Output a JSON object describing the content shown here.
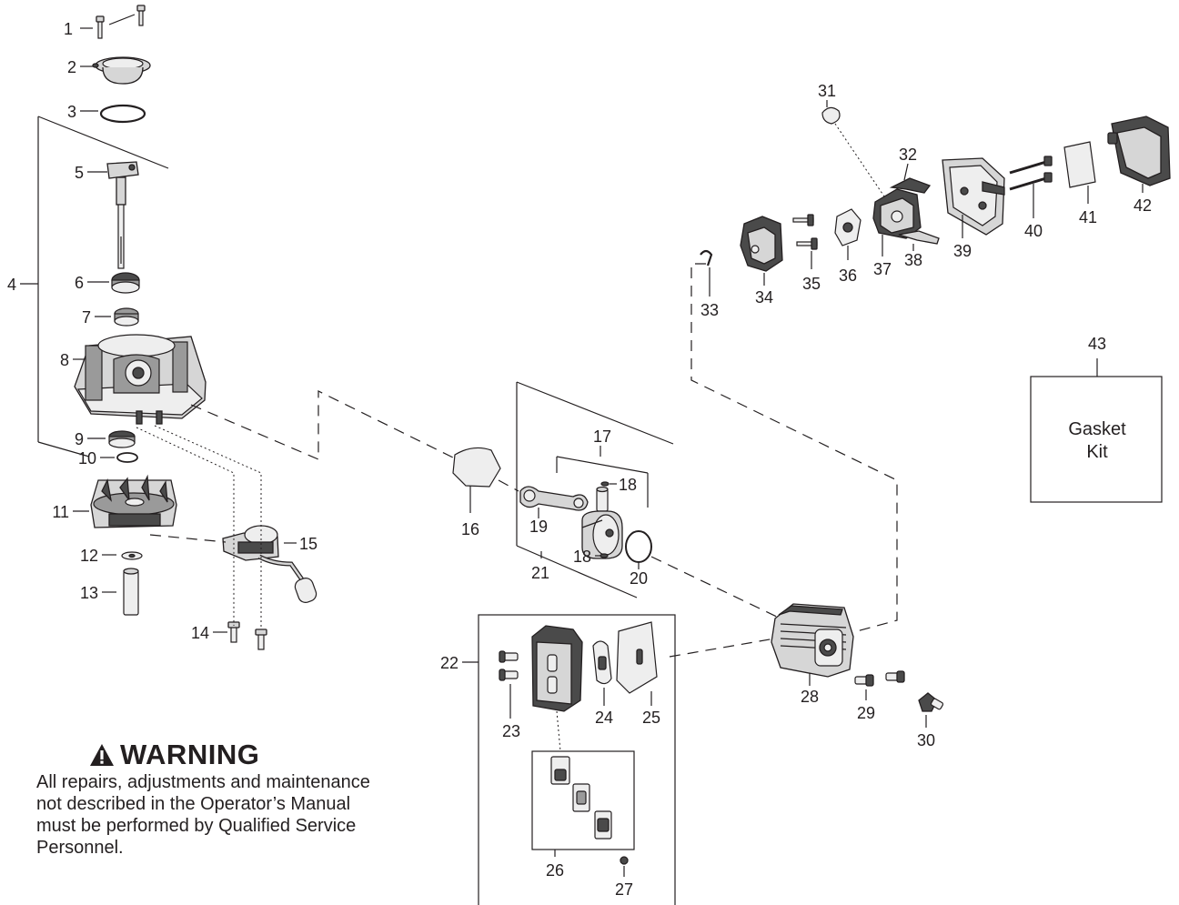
{
  "labels": {
    "p1": "1",
    "p2": "2",
    "p3": "3",
    "p4": "4",
    "p5": "5",
    "p6": "6",
    "p7": "7",
    "p8": "8",
    "p9": "9",
    "p10": "10",
    "p11": "11",
    "p12": "12",
    "p13": "13",
    "p14": "14",
    "p15": "15",
    "p16": "16",
    "p17": "17",
    "p18a": "18",
    "p18b": "18",
    "p19": "19",
    "p20": "20",
    "p21": "21",
    "p22": "22",
    "p23": "23",
    "p24": "24",
    "p25": "25",
    "p26": "26",
    "p27": "27",
    "p28": "28",
    "p29": "29",
    "p30": "30",
    "p31": "31",
    "p32": "32",
    "p33": "33",
    "p34": "34",
    "p35": "35",
    "p36": "36",
    "p37": "37",
    "p38": "38",
    "p39": "39",
    "p40": "40",
    "p41": "41",
    "p42": "42",
    "p43": "43"
  },
  "gasket_kit": {
    "line1": "Gasket",
    "line2": "Kit"
  },
  "warning": {
    "title": "WARNING",
    "body": "All repairs, adjustments and maintenance not described in the Operator’s Manual must be performed by Qualified Service Personnel."
  }
}
